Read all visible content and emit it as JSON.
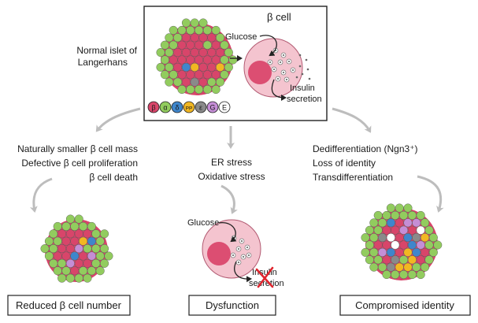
{
  "colors": {
    "beta": "#d8456a",
    "alpha": "#92cc5e",
    "delta": "#3f86cc",
    "pp": "#f2b722",
    "epsilon": "#8a8a8a",
    "ghrelin": "#c58ed6",
    "empty": "#ffffff",
    "cell_body": "#f4c4cf",
    "nucleus": "#dc4e72",
    "arrow_gray": "#bdbdbd"
  },
  "top": {
    "islet_label_line1": "Normal islet of",
    "islet_label_line2": "Langerhans",
    "beta_cell_label": "β cell",
    "glucose_label": "Glucose",
    "insulin_line1": "Insulin",
    "insulin_line2": "secretion",
    "legend": [
      {
        "symbol": "β",
        "color_key": "beta"
      },
      {
        "symbol": "α",
        "color_key": "alpha"
      },
      {
        "symbol": "δ",
        "color_key": "delta"
      },
      {
        "symbol": "PP",
        "color_key": "pp"
      },
      {
        "symbol": "ε",
        "color_key": "epsilon"
      },
      {
        "symbol": "G",
        "color_key": "ghrelin"
      },
      {
        "symbol": "E",
        "color_key": "empty"
      }
    ]
  },
  "left": {
    "lines": [
      "Naturally smaller β cell mass",
      "Defective β cell proliferation",
      "β cell death"
    ],
    "outcome": "Reduced β cell number"
  },
  "middle": {
    "lines": [
      "ER stress",
      "Oxidative stress"
    ],
    "glucose_label": "Glucose",
    "insulin_line1": "Insulin",
    "insulin_line2": "secretion",
    "outcome": "Dysfunction"
  },
  "right": {
    "lines": [
      "Dedifferentiation (Ngn3⁺)",
      "Loss of identity",
      "Transdifferentiation"
    ],
    "outcome": "Compromised identity"
  }
}
